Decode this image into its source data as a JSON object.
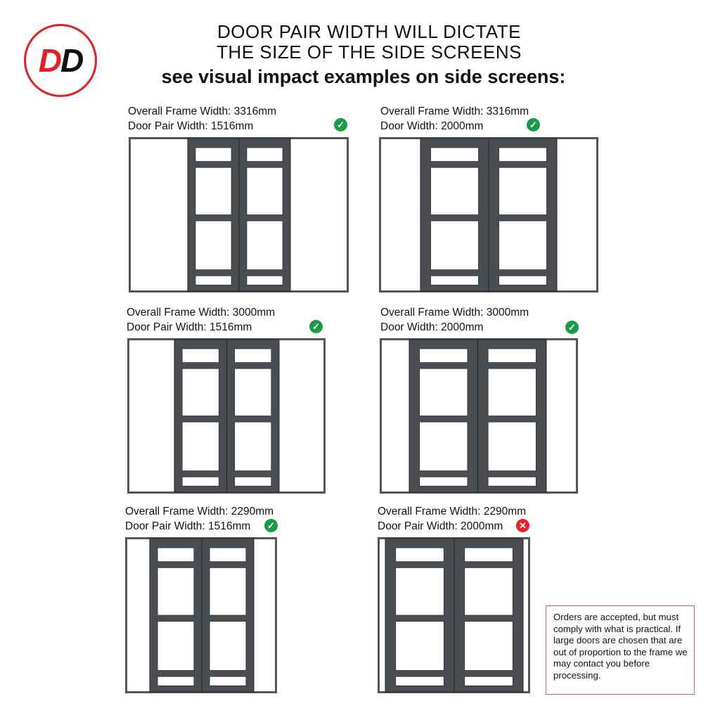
{
  "logo": {
    "text": "DD",
    "letters": [
      "D",
      "D"
    ]
  },
  "heading": {
    "line1": "DOOR PAIR WIDTH WILL DICTATE",
    "line2": "THE SIZE OF THE SIDE SCREENS",
    "subtitle": "see visual impact examples on side screens:"
  },
  "examples": [
    {
      "frame": "Overall Frame Width: 3316mm",
      "door": "Door Pair Width: 1516mm",
      "status": "ok",
      "icon": "check-icon",
      "mark": "✓"
    },
    {
      "frame": "Overall Frame Width: 3316mm",
      "door": "Door Width: 2000mm",
      "status": "ok",
      "icon": "check-icon",
      "mark": "✓"
    },
    {
      "frame": "Overall Frame Width: 3000mm",
      "door": "Door Pair Width: 1516mm",
      "status": "ok",
      "icon": "check-icon",
      "mark": "✓"
    },
    {
      "frame": "Overall Frame Width: 3000mm",
      "door": "Door Width: 2000mm",
      "status": "ok",
      "icon": "check-icon",
      "mark": "✓"
    },
    {
      "frame": "Overall Frame Width: 2290mm",
      "door": "Door Pair Width: 1516mm",
      "status": "ok",
      "icon": "check-icon",
      "mark": "✓"
    },
    {
      "frame": "Overall Frame Width: 2290mm",
      "door": "Door Pair Width: 2000mm",
      "status": "bad",
      "icon": "cross-icon",
      "mark": "✕"
    }
  ],
  "note": "Orders are accepted, but must comply with what is practical. If large doors are chosen that are out of proportion to the frame we may contact you before processing.",
  "colors": {
    "brand_red": "#e02227",
    "frame": "#555555",
    "door": "#4a4d52",
    "ok": "#1a9a47",
    "bad": "#e8202a"
  }
}
